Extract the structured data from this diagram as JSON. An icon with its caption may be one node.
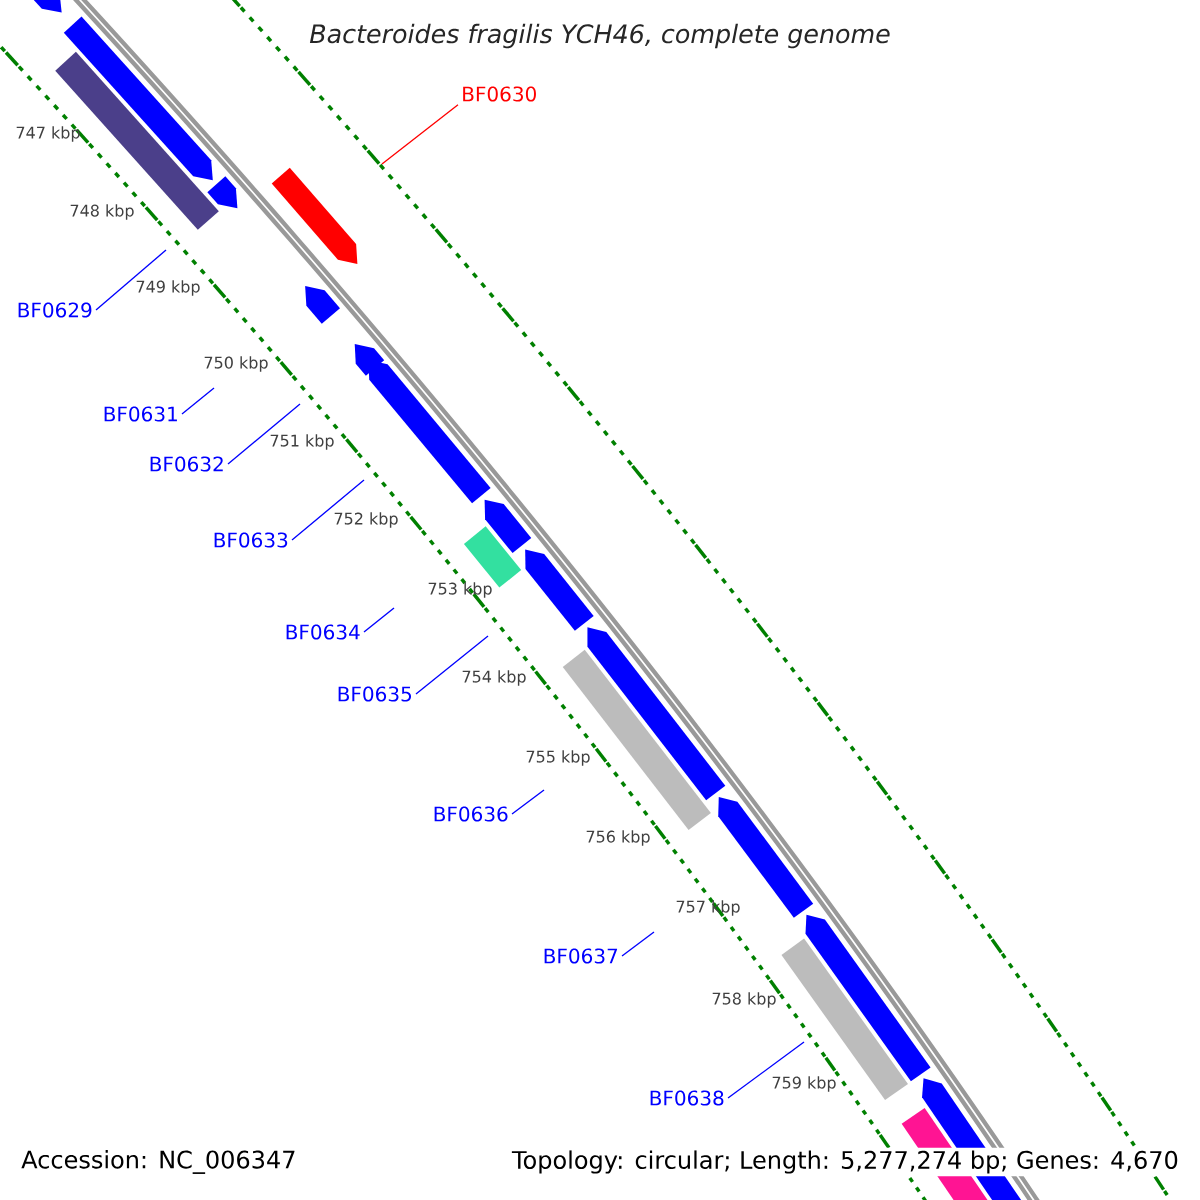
{
  "diagram": {
    "title": "Bacteroides fragilis YCH46, complete genome",
    "nodes": [
      {
        "text": [
          "BF0630"
        ]
      },
      {
        "text": [
          "BF0629"
        ]
      },
      {
        "text": [
          "BF0631"
        ]
      },
      {
        "text": [
          "BF0632"
        ]
      },
      {
        "text": [
          "BF0633"
        ]
      },
      {
        "text": [
          "BF0634"
        ]
      },
      {
        "text": [
          "BF0635"
        ]
      },
      {
        "text": [
          "BF0636"
        ]
      },
      {
        "text": [
          "BF0637"
        ]
      },
      {
        "text": [
          "BF0638"
        ]
      }
    ],
    "edges": [
      {
        "from": 0,
        "to": null,
        "arrow": "none",
        "color": "#ff0000"
      },
      {
        "from": 1,
        "to": null,
        "arrow": "none"
      },
      {
        "from": 2,
        "to": null,
        "arrow": "none"
      },
      {
        "from": 3,
        "to": null,
        "arrow": "none"
      },
      {
        "from": 4,
        "to": null,
        "arrow": "none"
      },
      {
        "from": 5,
        "to": null,
        "arrow": "none"
      },
      {
        "from": 6,
        "to": null,
        "arrow": "none"
      },
      {
        "from": 7,
        "to": null,
        "arrow": "none"
      },
      {
        "from": 8,
        "to": null,
        "arrow": "none"
      },
      {
        "from": 9,
        "to": null,
        "arrow": "none"
      }
    ],
    "labels": [
      "747 kbp",
      "748 kbp",
      "749 kbp",
      "750 kbp",
      "751 kbp",
      "752 kbp",
      "753 kbp",
      "754 kbp",
      "755 kbp",
      "756 kbp",
      "757 kbp",
      "758 kbp",
      "759 kbp",
      "Accession: NC_006347",
      "Topology: circular; Length: 5,277,274 bp; Genes: 4,670"
    ]
  }
}
